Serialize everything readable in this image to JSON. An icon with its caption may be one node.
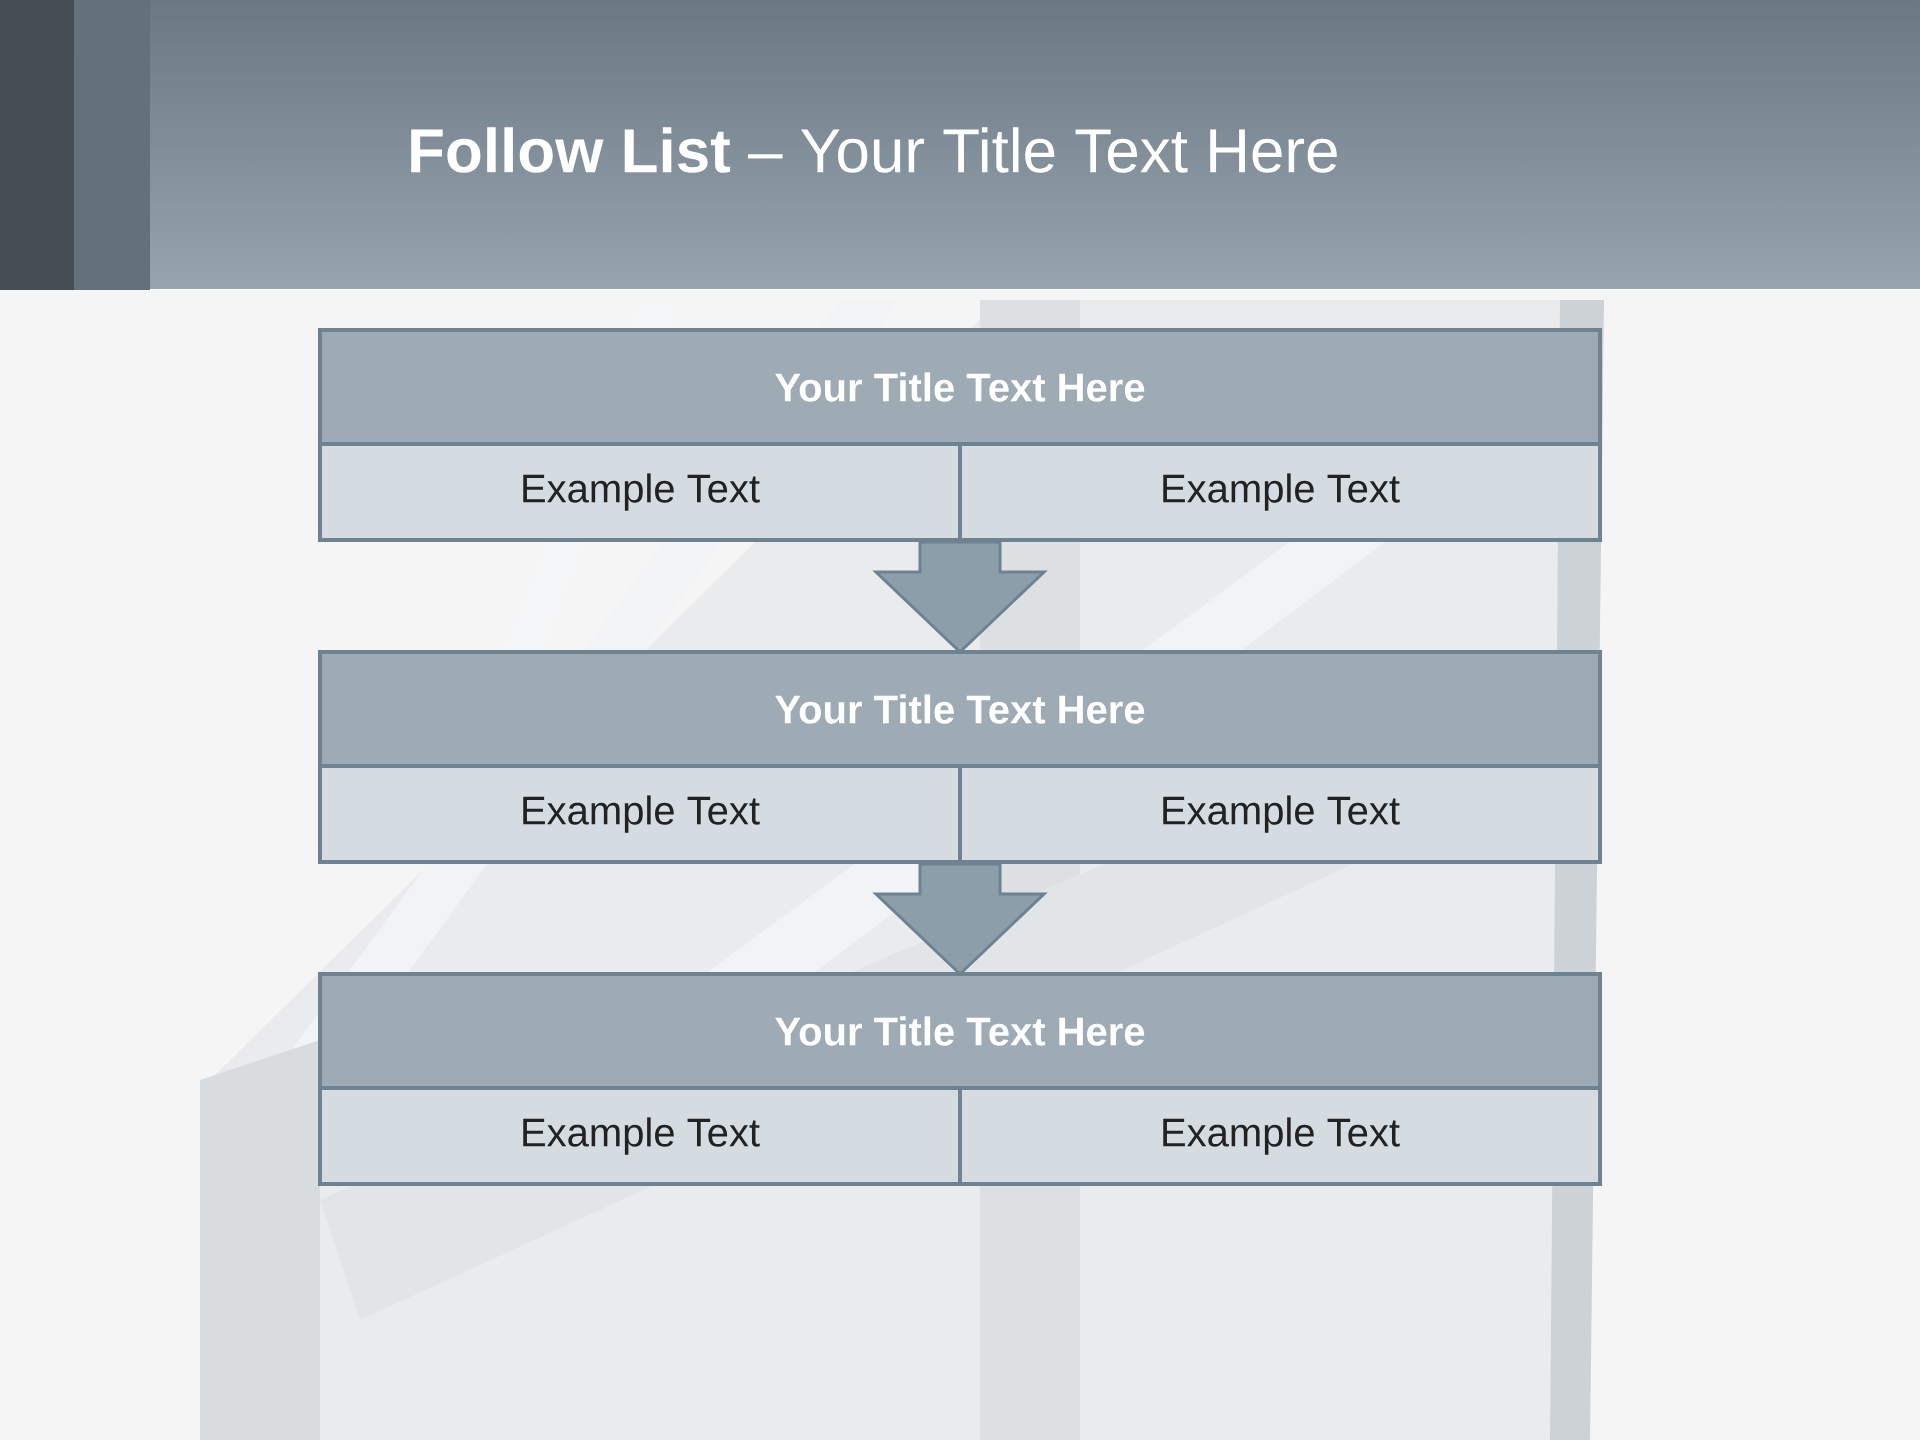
{
  "diagram": {
    "title": "**Follow List** – Your Title Text Here",
    "nodes": [
      {
        "text": [
          "Your Title Text Here"
        ]
      },
      {
        "text": [
          "Example Text"
        ],
        "in": 0
      },
      {
        "text": [
          "Example Text"
        ],
        "in": 0
      },
      {
        "text": [
          "Your Title Text Here"
        ]
      },
      {
        "text": [
          "Example Text"
        ],
        "in": 3
      },
      {
        "text": [
          "Example Text"
        ],
        "in": 3
      },
      {
        "text": [
          "Your Title Text Here"
        ]
      },
      {
        "text": [
          "Example Text"
        ],
        "in": 6
      },
      {
        "text": [
          "Example Text"
        ],
        "in": 6
      }
    ],
    "edges": [
      {
        "from": 0,
        "to": 3,
        "arrow": "to"
      },
      {
        "from": 3,
        "to": 6,
        "arrow": "to"
      }
    ]
  }
}
